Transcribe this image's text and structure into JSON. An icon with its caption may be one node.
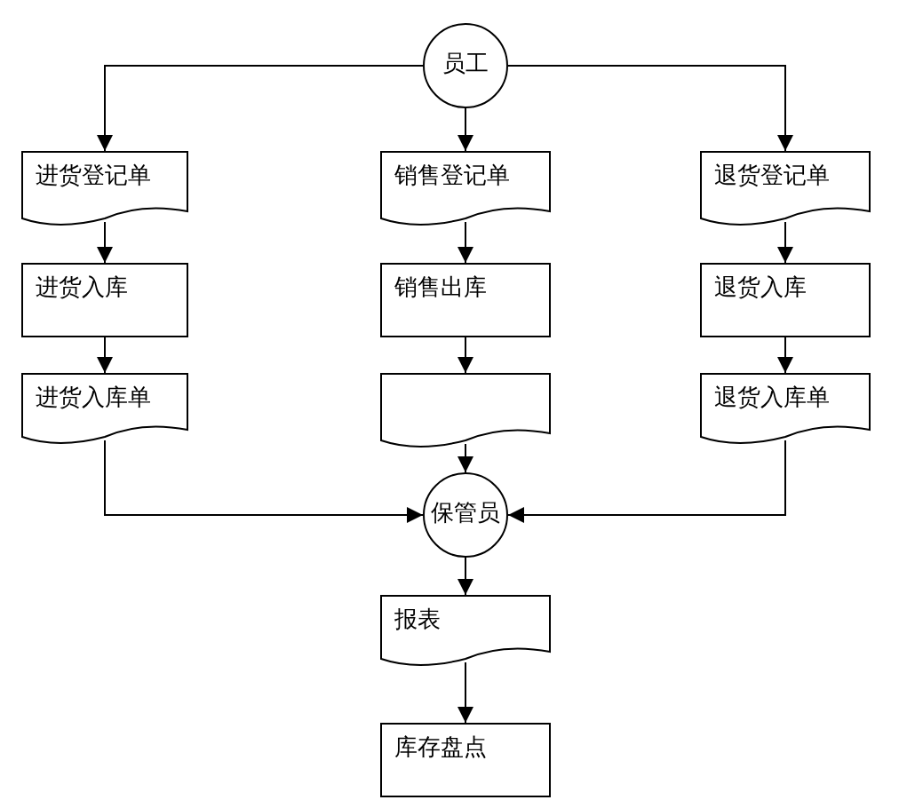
{
  "diagram": {
    "nodes": [
      {
        "text": [
          "员工"
        ]
      },
      {
        "text": [
          "进货登记单"
        ]
      },
      {
        "text": [
          "销售登记单"
        ]
      },
      {
        "text": [
          "退货登记单"
        ]
      },
      {
        "text": [
          "进货入库"
        ]
      },
      {
        "text": [
          "销售出库"
        ]
      },
      {
        "text": [
          "退货入库"
        ]
      },
      {
        "text": [
          "进货入库单"
        ]
      },
      {
        "text": [],
        "shape": "document"
      },
      {
        "text": [
          "退货入库单"
        ]
      },
      {
        "text": [
          "保管员"
        ]
      },
      {
        "text": [
          "报表"
        ]
      },
      {
        "text": [
          "库存盘点"
        ]
      }
    ],
    "edges": [
      {
        "from": 0,
        "to": 1,
        "arrow": "to"
      },
      {
        "from": 0,
        "to": 2,
        "arrow": "to"
      },
      {
        "from": 0,
        "to": 3,
        "arrow": "to"
      },
      {
        "from": 1,
        "to": 4,
        "arrow": "to"
      },
      {
        "from": 2,
        "to": 5,
        "arrow": "to"
      },
      {
        "from": 3,
        "to": 6,
        "arrow": "to"
      },
      {
        "from": 4,
        "to": 7,
        "arrow": "to"
      },
      {
        "from": 5,
        "to": 8,
        "arrow": "to"
      },
      {
        "from": 6,
        "to": 9,
        "arrow": "to"
      },
      {
        "from": 7,
        "to": 10,
        "arrow": "to"
      },
      {
        "from": 8,
        "to": 10,
        "arrow": "to"
      },
      {
        "from": 9,
        "to": 10,
        "arrow": "to"
      },
      {
        "from": 10,
        "to": 11,
        "arrow": "to"
      },
      {
        "from": 11,
        "to": 12,
        "arrow": "to"
      }
    ]
  }
}
